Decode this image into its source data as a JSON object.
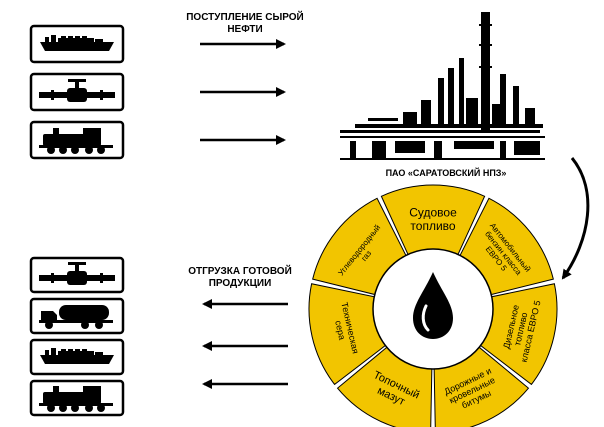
{
  "colors": {
    "segment_fill": "#f2c500",
    "segment_stroke": "#000000",
    "background": "#ffffff",
    "ink": "#000000"
  },
  "incoming": {
    "title_line1": "ПОСТУПЛЕНИЕ СЫРОЙ",
    "title_line2": "НЕФТИ",
    "sources": [
      {
        "icon": "tanker-ship-icon"
      },
      {
        "icon": "pipeline-valve-icon"
      },
      {
        "icon": "locomotive-icon"
      }
    ]
  },
  "refinery": {
    "icon": "refinery-plant-icon",
    "name": "ПАО «САРАТОВСКИЙ НПЗ»"
  },
  "center": {
    "icon": "oil-drop-icon"
  },
  "products": [
    {
      "lines": [
        "Судовое",
        "топливо"
      ]
    },
    {
      "lines": [
        "Автомобильный",
        "бензин класса",
        "ЕВРО 5"
      ]
    },
    {
      "lines": [
        "Дизельное",
        "топливо",
        "класса ЕВРО 5"
      ]
    },
    {
      "lines": [
        "Дорожные и",
        "кровельные",
        "битумы"
      ]
    },
    {
      "lines": [
        "Топочный",
        "мазут"
      ]
    },
    {
      "lines": [
        "Техническая",
        "сера"
      ]
    },
    {
      "lines": [
        "Углеводородный",
        "газ"
      ]
    }
  ],
  "outgoing": {
    "title_line1": "ОТГРУЗКА ГОТОВОЙ",
    "title_line2": "ПРОДУКЦИИ",
    "destinations": [
      {
        "icon": "pipeline-valve-icon"
      },
      {
        "icon": "tank-truck-icon"
      },
      {
        "icon": "tanker-ship-icon"
      },
      {
        "icon": "locomotive-icon"
      }
    ]
  }
}
